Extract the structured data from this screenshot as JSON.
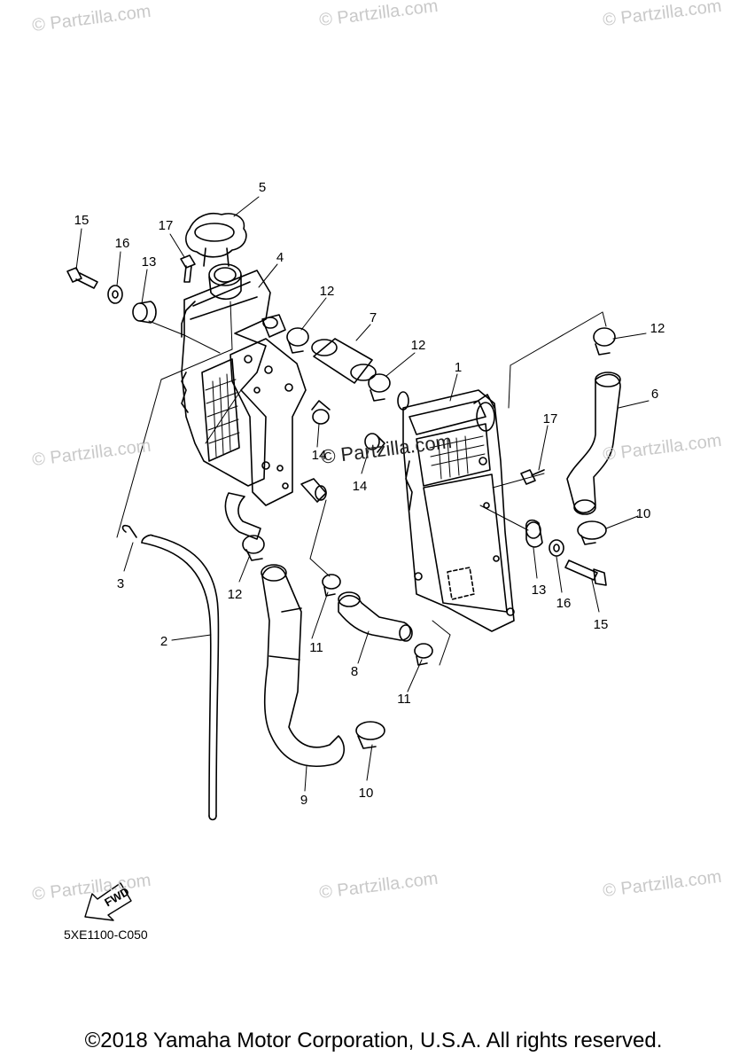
{
  "watermark": {
    "text": "© Partzilla.com",
    "center_text": "© Partzilla.com"
  },
  "diagram": {
    "fwd_label": "FWD",
    "code": "5XE1100-C050",
    "callouts": [
      {
        "id": "c5",
        "text": "5"
      },
      {
        "id": "c15a",
        "text": "15"
      },
      {
        "id": "c16a",
        "text": "16"
      },
      {
        "id": "c17a",
        "text": "17"
      },
      {
        "id": "c13a",
        "text": "13"
      },
      {
        "id": "c4",
        "text": "4"
      },
      {
        "id": "c12a",
        "text": "12"
      },
      {
        "id": "c7",
        "text": "7"
      },
      {
        "id": "c12b",
        "text": "12"
      },
      {
        "id": "c12c",
        "text": "12"
      },
      {
        "id": "c1",
        "text": "1"
      },
      {
        "id": "c6",
        "text": "6"
      },
      {
        "id": "c14a",
        "text": "14"
      },
      {
        "id": "c14b",
        "text": "14"
      },
      {
        "id": "c17b",
        "text": "17"
      },
      {
        "id": "c10a",
        "text": "10"
      },
      {
        "id": "c3",
        "text": "3"
      },
      {
        "id": "c12d",
        "text": "12"
      },
      {
        "id": "c13b",
        "text": "13"
      },
      {
        "id": "c16b",
        "text": "16"
      },
      {
        "id": "c15b",
        "text": "15"
      },
      {
        "id": "c2",
        "text": "2"
      },
      {
        "id": "c11a",
        "text": "11"
      },
      {
        "id": "c8",
        "text": "8"
      },
      {
        "id": "c11b",
        "text": "11"
      },
      {
        "id": "c9",
        "text": "9"
      },
      {
        "id": "c10b",
        "text": "10"
      }
    ]
  },
  "footer": {
    "copyright": "©2018 Yamaha Motor Corporation, U.S.A. All rights reserved."
  }
}
